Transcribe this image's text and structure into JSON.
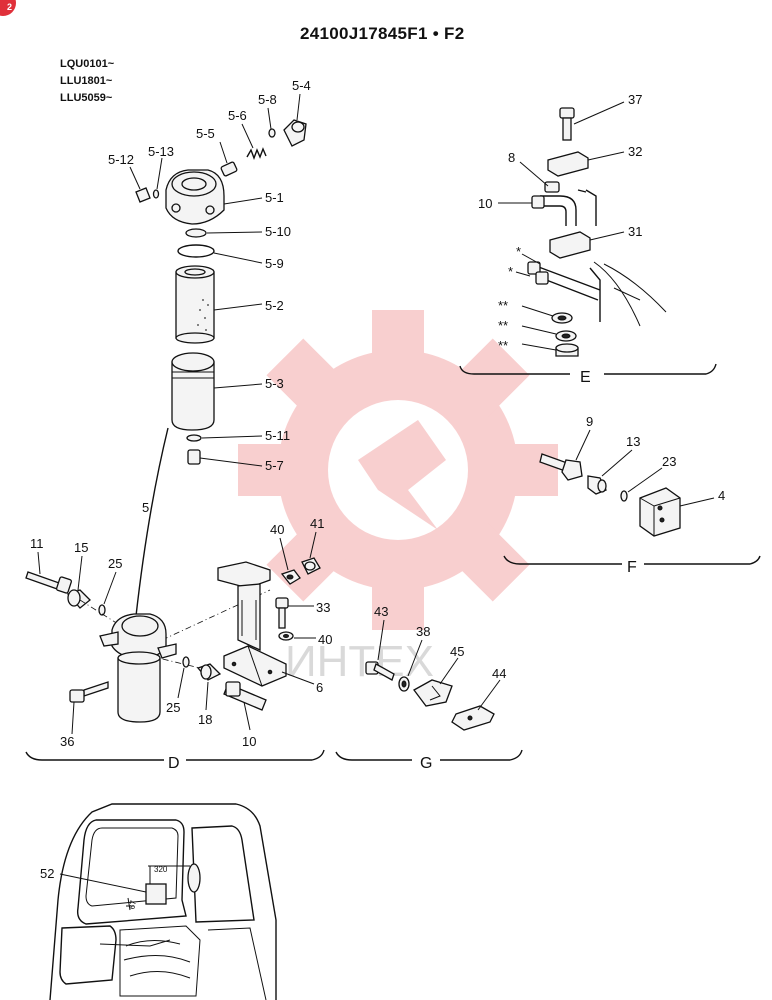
{
  "title": "24100J17845F1 • F2",
  "corner_badge": "2",
  "serials": [
    "LQU0101~",
    "LLU1801~",
    "LLU5059~"
  ],
  "watermark_text": "ИНТЕХ",
  "watermark_color": "#f2a0a0",
  "groups": {
    "D": "D",
    "E": "E",
    "F": "F",
    "G": "G"
  },
  "callouts": {
    "c5_4": "5-4",
    "c5_8": "5-8",
    "c5_6": "5-6",
    "c5_5": "5-5",
    "c5_12": "5-12",
    "c5_13": "5-13",
    "c5_1": "5-1",
    "c5_10": "5-10",
    "c5_9": "5-9",
    "c5_2": "5-2",
    "c5_3": "5-3",
    "c5_11": "5-11",
    "c5_7": "5-7",
    "c5": "5",
    "c37": "37",
    "c8": "8",
    "c32": "32",
    "c10e": "10",
    "c31": "31",
    "star1": "*",
    "star2": "*",
    "dstar1": "**",
    "dstar2": "**",
    "dstar3": "**",
    "c9": "9",
    "c13": "13",
    "c23": "23",
    "c4": "4",
    "c11": "11",
    "c15": "15",
    "c25a": "25",
    "c40a": "40",
    "c41": "41",
    "c33": "33",
    "c40b": "40",
    "c6": "6",
    "c36": "36",
    "c25b": "25",
    "c18": "18",
    "c10d": "10",
    "c43": "43",
    "c38": "38",
    "c45": "45",
    "c44": "44",
    "c52": "52",
    "dim320": "320",
    "dim67": "67"
  }
}
